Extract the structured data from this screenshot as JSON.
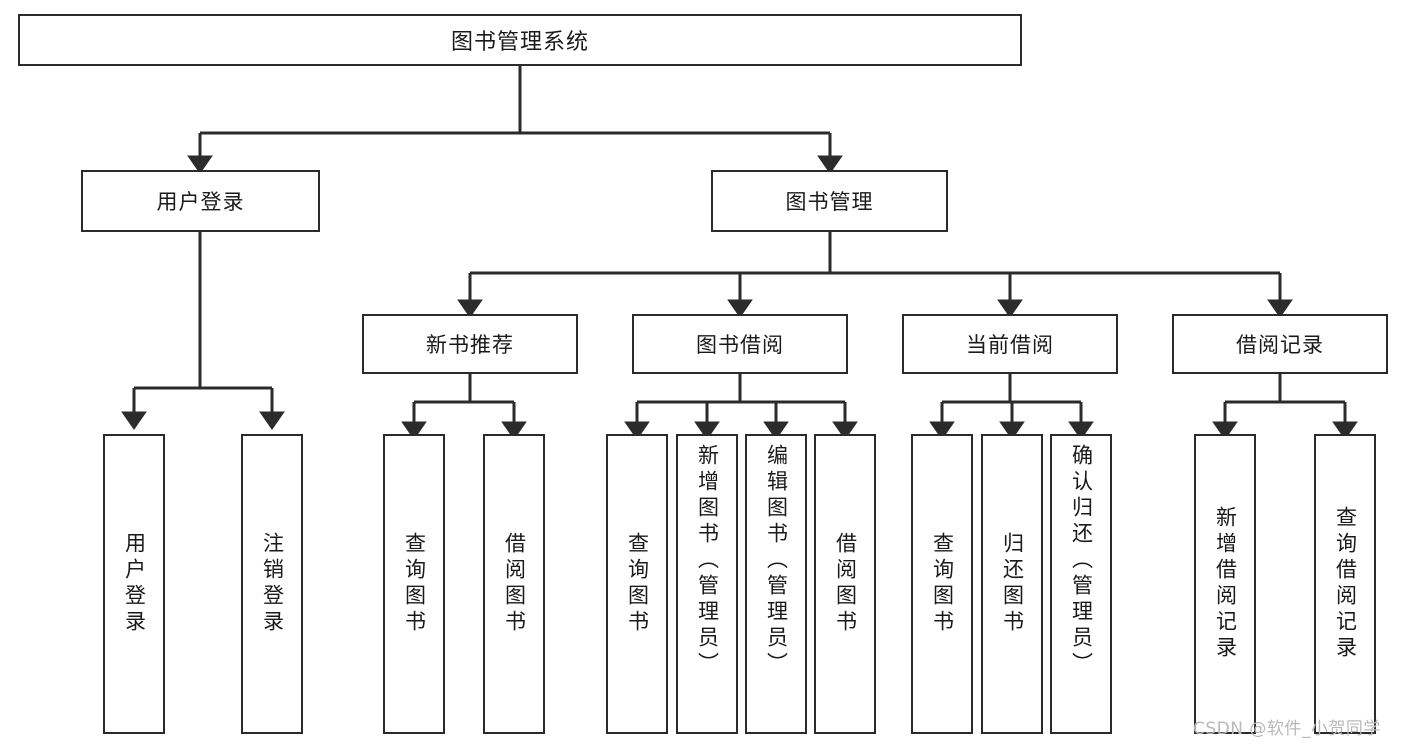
{
  "diagram": {
    "title": "图书管理系统",
    "type": "hierarchy-tree",
    "root": {
      "label": "图书管理系统",
      "children": [
        {
          "label": "用户登录",
          "children": [
            {
              "label": "用户登录"
            },
            {
              "label": "注销登录"
            }
          ]
        },
        {
          "label": "图书管理",
          "children": [
            {
              "label": "新书推荐",
              "children": [
                {
                  "label": "查询图书"
                },
                {
                  "label": "借阅图书"
                }
              ]
            },
            {
              "label": "图书借阅",
              "children": [
                {
                  "label": "查询图书"
                },
                {
                  "label": "新增图书（管理员）"
                },
                {
                  "label": "编辑图书（管理员）"
                },
                {
                  "label": "借阅图书"
                }
              ]
            },
            {
              "label": "当前借阅",
              "children": [
                {
                  "label": "查询图书"
                },
                {
                  "label": "归还图书"
                },
                {
                  "label": "确认归还（管理员）"
                }
              ]
            },
            {
              "label": "借阅记录",
              "children": [
                {
                  "label": "新增借阅记录"
                },
                {
                  "label": "查询借阅记录"
                }
              ]
            }
          ]
        }
      ]
    }
  },
  "nodes": {
    "root": "图书管理系统",
    "l2_user_login": "用户登录",
    "l2_book_manage": "图书管理",
    "l3_new_book_rec": "新书推荐",
    "l3_book_borrow": "图书借阅",
    "l3_current_borrow": "当前借阅",
    "l3_borrow_record": "借阅记录",
    "leaf_user_login": "用户登录",
    "leaf_logout": "注销登录",
    "leaf_query_book_1": "查询图书",
    "leaf_borrow_book_1": "借阅图书",
    "leaf_query_book_2": "查询图书",
    "leaf_add_book": "新增图书（管理员）",
    "leaf_edit_book": "编辑图书（管理员）",
    "leaf_borrow_book_2": "借阅图书",
    "leaf_query_book_3": "查询图书",
    "leaf_return_book": "归还图书",
    "leaf_confirm_return": "确认归还（管理员）",
    "leaf_add_record": "新增借阅记录",
    "leaf_query_record": "查询借阅记录"
  },
  "watermark": {
    "text": "CSDN @软件_小贺同学"
  },
  "colors": {
    "stroke": "#2b2b2b",
    "fill": "#ffffff",
    "text": "#1a1a1a",
    "watermark": "#b9b9b9"
  }
}
